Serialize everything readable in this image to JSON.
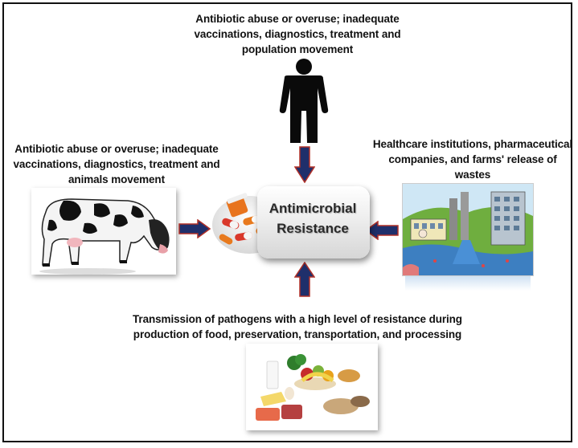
{
  "labels": {
    "human": "Antibiotic abuse or overuse;  inadequate vaccinations, diagnostics, treatment and population movement",
    "animals": "Antibiotic abuse or overuse;  inadequate vaccinations, diagnostics, treatment and animals movement",
    "industry": "Healthcare institutions, pharmaceutical companies, and farms' release of wastes",
    "food": "Transmission of pathogens with a high level of resistance during production of food, preservation, transportation, and processing"
  },
  "center": {
    "line1": "Antimicrobial",
    "line2": "Resistance"
  },
  "icons": {
    "human": "person-icon",
    "animals": "cow-icon",
    "industry": "factory-icon",
    "food": "food-icon",
    "center": "pills-icon",
    "arrows": "arrow-icon"
  },
  "colors": {
    "arrow": "#1f2f6b",
    "arrow_outline": "#b03028"
  }
}
